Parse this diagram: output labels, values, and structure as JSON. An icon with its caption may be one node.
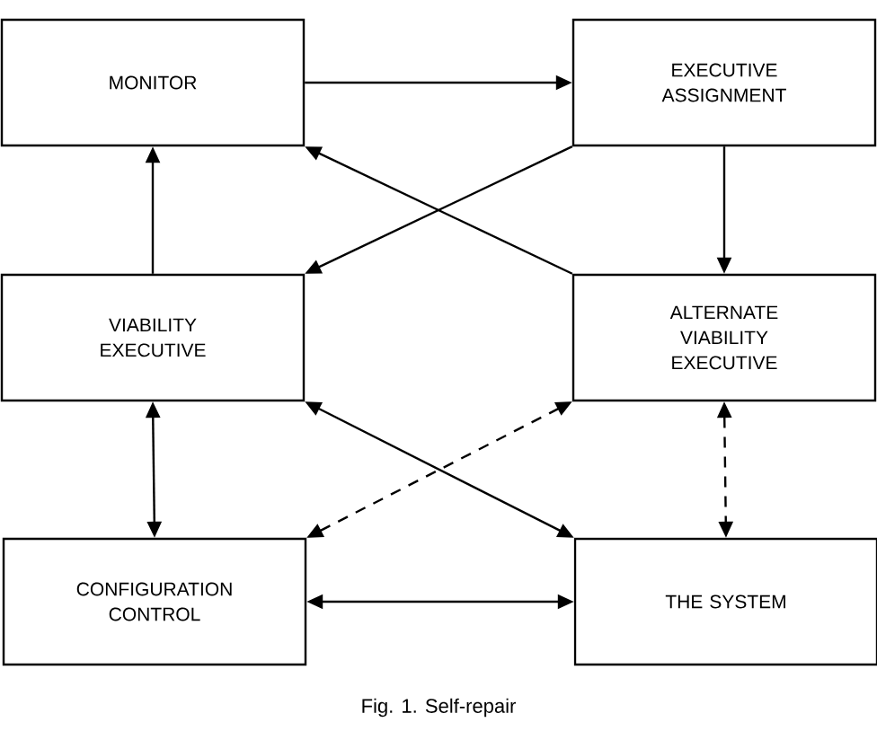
{
  "diagram": {
    "caption": "Fig. 1. Self-repair",
    "nodes": [
      {
        "text": [
          "MONITOR"
        ]
      },
      {
        "text": [
          "EXECUTIVE ASSIGNMENT"
        ]
      },
      {
        "text": [
          "VIABILITY EXECUTIVE"
        ]
      },
      {
        "text": [
          "ALTERNATE VIABILITY EXECUTIVE"
        ]
      },
      {
        "text": [
          "CONFIGURATION CONTROL"
        ]
      },
      {
        "text": [
          "THE SYSTEM"
        ]
      }
    ],
    "edges": [
      {
        "from": 0,
        "to": 1,
        "arrow": "to"
      },
      {
        "from": 2,
        "to": 0,
        "arrow": "to"
      },
      {
        "from": 1,
        "to": 3,
        "arrow": "to"
      },
      {
        "from": 1,
        "to": 2,
        "arrow": "to"
      },
      {
        "from": 3,
        "to": 0,
        "arrow": "to"
      },
      {
        "from": 2,
        "to": 4,
        "arrow": "both"
      },
      {
        "from": 2,
        "to": 5,
        "arrow": "both"
      },
      {
        "from": 4,
        "to": 3,
        "arrow": "both",
        "style": "dashed"
      },
      {
        "from": 3,
        "to": 5,
        "arrow": "both",
        "style": "dashed"
      },
      {
        "from": 4,
        "to": 5,
        "arrow": "both"
      }
    ]
  }
}
